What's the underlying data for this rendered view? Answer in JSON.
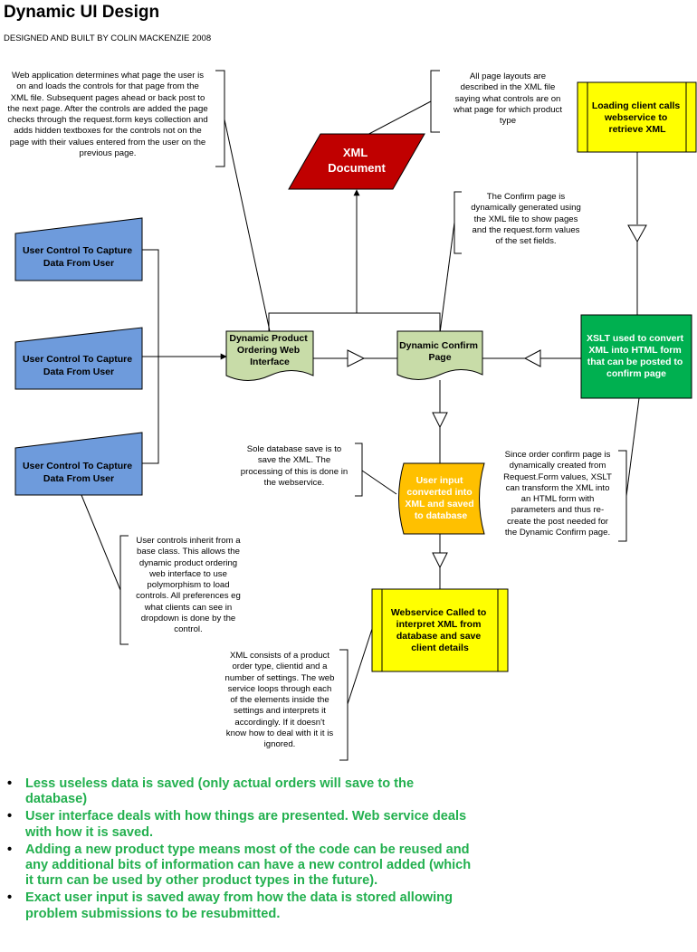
{
  "header": {
    "title": "Dynamic UI Design",
    "subtitle": "DESIGNED AND BUILT BY COLIN MACKENZIE 2008"
  },
  "colors": {
    "blue": "#6e9bdc",
    "green_doc": "#c8dca8",
    "red": "#c00000",
    "yellow": "#ffff00",
    "green": "#00b050",
    "orange": "#ffc000",
    "bullet_text": "#23b04f"
  },
  "nodes": {
    "uc1": [
      "User Control To Capture",
      "Data From User"
    ],
    "uc2": [
      "User Control To Capture",
      "Data From User"
    ],
    "uc3": [
      "User Control To Capture",
      "Data From User"
    ],
    "xml_document": [
      "XML",
      "Document"
    ],
    "dynamic_product": [
      "Dynamic Product",
      "Ordering Web",
      "Interface"
    ],
    "dynamic_confirm": [
      "Dynamic Confirm",
      "Page"
    ],
    "loading_client": [
      "Loading client calls",
      "webservice to",
      "retrieve XML"
    ],
    "xslt": [
      "XSLT used to convert",
      "XML into HTML form",
      "that can be posted to",
      "confirm page"
    ],
    "user_input": [
      "User input",
      "converted into",
      "XML and saved",
      "to database"
    ],
    "webservice": [
      "Webservice Called to",
      "interpret XML from",
      "database and save",
      "client details"
    ]
  },
  "notes": {
    "web_app": [
      "Web application determines what page the user is",
      "on and loads the controls for that page from the",
      "XML file. Subsequent pages ahead or back post to",
      "the next page. After the controls are added the page",
      "checks through the request.form keys collection and",
      "adds hidden textboxes for the controls not on the",
      "page with their values entered from the user on the",
      "previous page."
    ],
    "page_layouts": [
      "All page layouts are",
      "described in the XML file",
      "saying what controls are on",
      "what page for which product",
      "type"
    ],
    "confirm_page": [
      "The Confirm page is",
      "dynamically generated using",
      "the XML file to show pages",
      "and the request.form values",
      "of the set fields."
    ],
    "sole_save": [
      "Sole database save is to",
      "save the XML. The",
      "processing of this is done in",
      "the webservice."
    ],
    "order_confirm": [
      "Since order confirm page is",
      "dynamically created from",
      "Request.Form values, XSLT",
      "can transform the XML into",
      "an HTML form with",
      "parameters and thus re-",
      "create the post needed for",
      "the Dynamic Confirm page."
    ],
    "user_controls": [
      "User controls inherit from a",
      "base class. This allows the",
      "dynamic product ordering",
      "web interface to use",
      "polymorphism to load",
      "controls. All preferences eg",
      "what clients can see in",
      "dropdown is done by the",
      "control."
    ],
    "xml_consists": [
      "XML consists of a product",
      "order type, clientid and a",
      "number of settings. The web",
      "service loops through each",
      "of the elements inside the",
      "settings and interprets it",
      "accordingly. If it doesn't",
      "know how to deal with it it is",
      "ignored."
    ]
  },
  "bullets": [
    "Less useless data is saved (only actual orders will save to the database)",
    "User interface deals with how things are presented. Web service deals with how it is saved.",
    "Adding a new product type means most of the code can be reused and any additional bits of information can have a new control added (which it turn can be used by other product types in the future).",
    "Exact user input is saved away from how the data is stored allowing problem submissions to be resubmitted."
  ]
}
